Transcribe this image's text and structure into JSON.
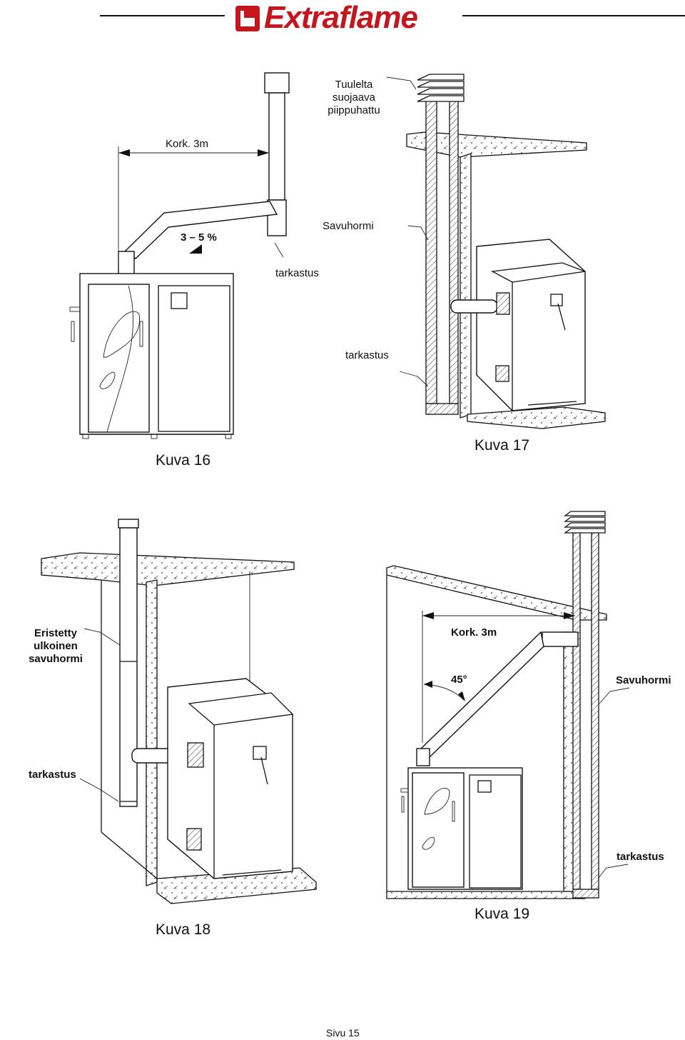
{
  "header": {
    "brand": "Extraflame",
    "brand_color": "#c4161c",
    "logo_icon": "flame-logo-icon"
  },
  "figure16": {
    "caption": "Kuva 16",
    "height_label": "Kork. 3m",
    "cap_label": [
      "Tuulelta",
      "suojaava",
      "piippuhattu"
    ],
    "slope_label": "3 – 5 %",
    "inspection_label": "tarkastus"
  },
  "figure17": {
    "caption": "Kuva 17",
    "chimney_label": "Savuhormi",
    "inspection_label": "tarkastus"
  },
  "figure18": {
    "caption": "Kuva 18",
    "chimney_label": [
      "Eristetty",
      "ulkoinen",
      "savuhormi"
    ],
    "inspection_label": "tarkastus"
  },
  "figure19": {
    "caption": "Kuva 19",
    "height_label": "Kork. 3m",
    "angle_label": "45°",
    "chimney_label": "Savuhormi",
    "inspection_label": "tarkastus"
  },
  "footer": {
    "page": "Sivu 15"
  }
}
